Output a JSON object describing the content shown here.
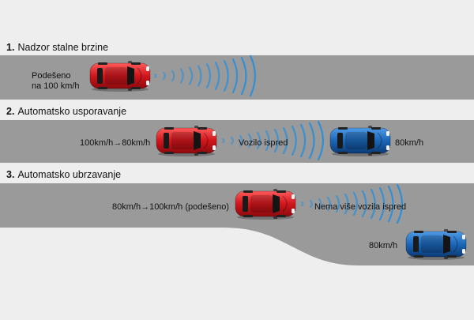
{
  "sections": [
    {
      "number": "1.",
      "title": "Nadzor stalne brzine",
      "set_label_line1": "Podešeno",
      "set_label_line2": "na 100 km/h"
    },
    {
      "number": "2.",
      "title": "Automatsko usporavanje",
      "speed_change": "100km/h→80km/h",
      "vehicle_ahead": "Vozilo ispred",
      "lead_speed": "80km/h"
    },
    {
      "number": "3.",
      "title": "Automatsko ubrzavanje",
      "speed_change": "80km/h→100km/h (podešeno)",
      "no_vehicle": "Nema više vozila ispred",
      "lead_speed": "80km/h"
    }
  ],
  "colors": {
    "road": "#9a9a9a",
    "red_car": "#d0161c",
    "blue_car": "#1c66b8",
    "radar": "#2f8fd6"
  }
}
